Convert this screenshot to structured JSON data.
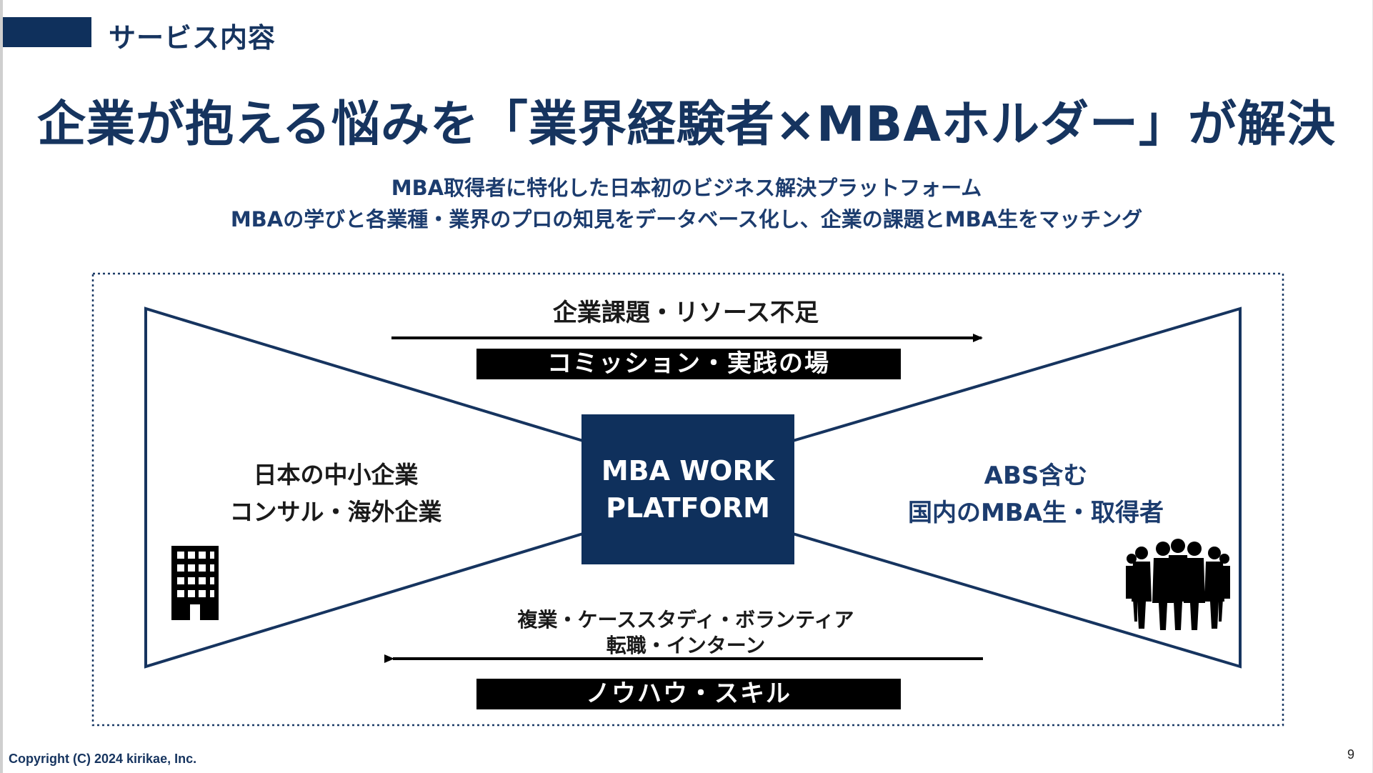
{
  "header": {
    "section_title": "サービス内容"
  },
  "headline": "企業が抱える悩みを「業界経験者×MBAホルダー」が解決",
  "subtitle": {
    "line1": "MBA取得者に特化した日本初のビジネス解決プラットフォーム",
    "line2": "MBAの学びと各業種・業界のプロの知見をデータベース化し、企業の課題とMBA生をマッチング"
  },
  "diagram": {
    "top_flow_label": "企業課題・リソース不足",
    "top_box_label": "コミッション・実践の場",
    "center": {
      "line1": "MBA WORK",
      "line2": "PLATFORM"
    },
    "left": {
      "line1": "日本の中小企業",
      "line2": "コンサル・海外企業",
      "icon": "building-icon"
    },
    "right": {
      "line1": "ABS含む",
      "line2": "国内のMBA生・取得者",
      "icon": "people-icon"
    },
    "bottom_flow_label": {
      "line1": "複業・ケーススタディ・ボランティア",
      "line2": "転職・インターン"
    },
    "bottom_box_label": "ノウハウ・スキル"
  },
  "footer": {
    "copyright": "Copyright (C) 2024 kirikae, Inc.",
    "page_number": "9"
  },
  "colors": {
    "navy": "#0f305c",
    "text_navy": "#16345f",
    "black": "#000000"
  }
}
